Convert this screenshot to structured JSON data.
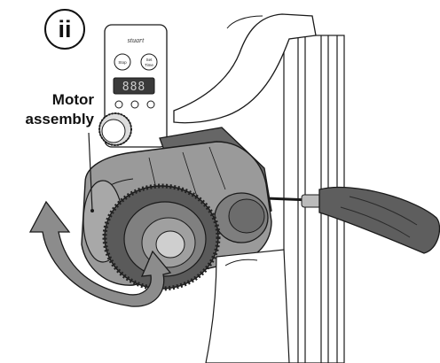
{
  "step_marker": "ii",
  "callout": {
    "line1": "Motor",
    "line2": "assembly"
  },
  "controller": {
    "brand": "stuart",
    "button_left": "Stop",
    "button_right": "Set\nTime",
    "display_digits": "888"
  },
  "colors": {
    "motor_gray": "#999999",
    "knob_dark": "#5a5a5a",
    "arrow_gray": "#8c8c8c",
    "outline": "#1a1a1a"
  }
}
